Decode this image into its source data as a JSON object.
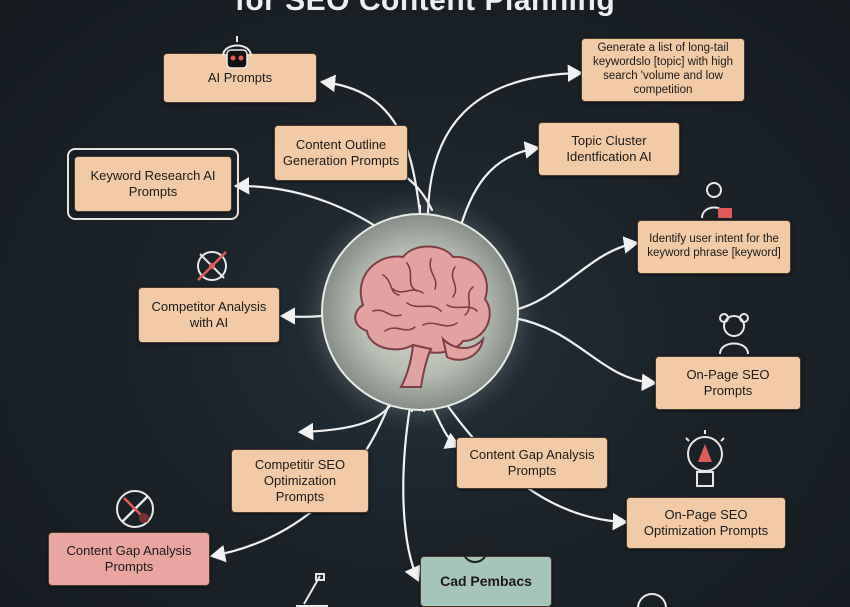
{
  "title": "for SEO Content Planning",
  "nodes": {
    "ai_prompts": "AI Prompts",
    "content_outline": "Content Outline Generation Prompts",
    "keyword_research": "Keyword Research AI Prompts",
    "long_tail": "Generate a list of long-tail keywordslo [topic] with high search 'volume and low competition",
    "topic_cluster": "Topic Cluster Identfication AI",
    "user_intent": "Identify user intent for the keyword phrase [keyword]",
    "competitor_analysis": "Competitor Analysis with AI",
    "onpage_seo_prompts": "On-Page SEO Prompts",
    "competitir_seo": "Competitir SEO Optimization Prompts",
    "content_gap_right": "Content Gap Analysis Prompts",
    "onpage_seo_optimization": "On-Page SEO Optimization Prompts",
    "content_gap_left": "Content Gap Analysis Prompts",
    "cad_pembacs": "Cad Pembacs"
  },
  "colors": {
    "background": "#1b2228",
    "node": "#f2cba6",
    "node_pink": "#e9a6a0",
    "node_teal": "#a4c4bc",
    "connector": "#f1f1f1",
    "brain": "#e3a2a2"
  },
  "icons": [
    "robot-head-icon",
    "compass-crossed-icon",
    "person-laptop-icon",
    "woman-avatar-icon",
    "lightbulb-person-icon",
    "tools-crossed-icon",
    "globe-person-icon",
    "tool-icon",
    "gear-icon",
    "brain-icon"
  ]
}
